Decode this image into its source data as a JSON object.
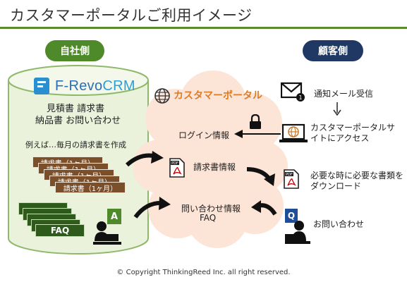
{
  "title": "カスタマーポータルご利用イメージ",
  "left_badge": "自社側",
  "right_badge": "顧客側",
  "brand": {
    "prefix": "F-Revo",
    "suffix": "CRM"
  },
  "documents": {
    "line1": "見積書 請求書",
    "line2": "納品書 お問い合わせ"
  },
  "example": "例えば…毎月の請求書を作成",
  "invoice_stack": [
    "請求書（1ヶ月）",
    "請求書（1ヶ月）",
    "請求書（1ヶ月）",
    "請求書（1ヶ月）",
    "請求書（1ヶ月）"
  ],
  "faq_stack": [
    "",
    "",
    "",
    "",
    "FAQ"
  ],
  "answer_badge": "A",
  "question_badge": "Q",
  "cloud_title": "カスタマーポータル",
  "cloud_items": {
    "login": "ログイン情報",
    "invoice": "請求書情報",
    "inquiry_line1": "問い合わせ情報",
    "inquiry_line2": "FAQ"
  },
  "customer": {
    "mail": "通知メール受信",
    "access_line1": "カスタマーポータルサ",
    "access_line2": "イトにアクセス",
    "docs_line1": "必要な時に必要な書類を",
    "docs_line2": "ダウンロード",
    "inquiry": "お問い合わせ"
  },
  "copyright": "© Copyright  ThinkingReed Inc. all right reserved.",
  "colors": {
    "green": "#4f8a2a",
    "navy": "#203864",
    "accent": "#e07a24",
    "cylinder": "#eaf2dc",
    "cloud": "#fce4d6",
    "invoice": "#7a4f2a",
    "faq": "#2e5a1c"
  }
}
